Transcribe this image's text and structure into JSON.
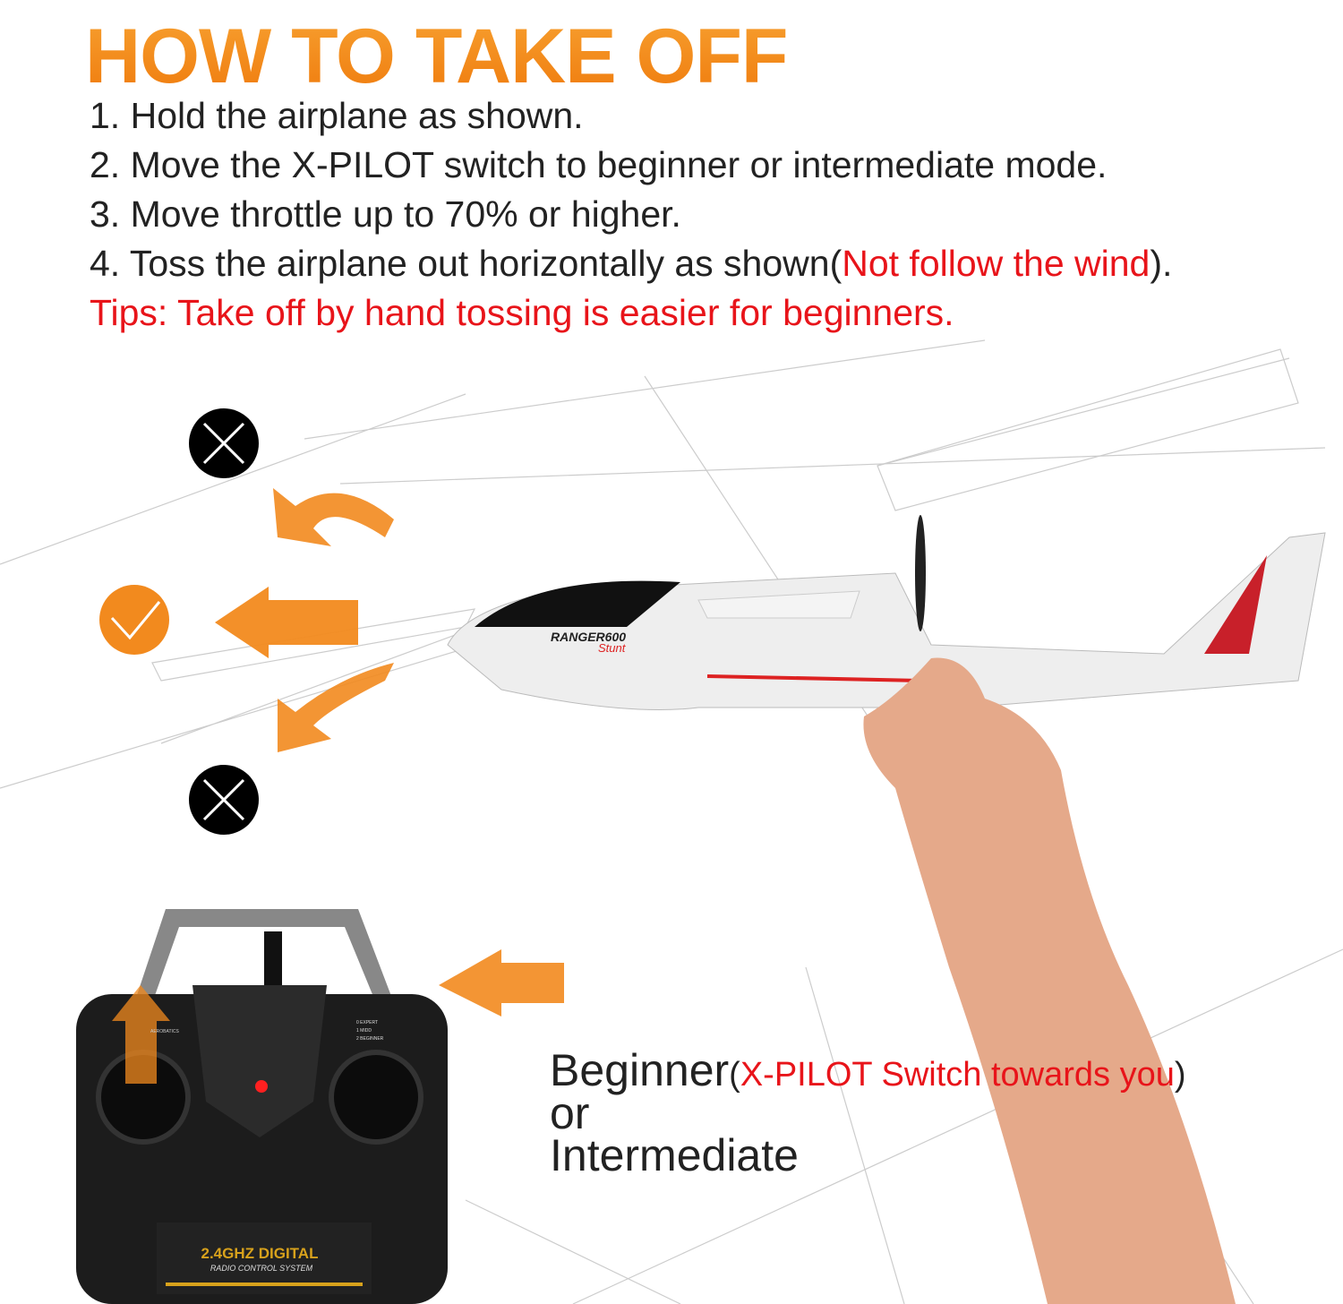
{
  "title": "HOW TO TAKE OFF",
  "steps": [
    "1. Hold the airplane as shown.",
    "2. Move the X-PILOT switch to beginner or intermediate mode.",
    "3. Move throttle up to 70% or higher."
  ],
  "step4": {
    "prefix": "4. Toss the airplane out horizontally as shown(",
    "highlight": "Not follow the wind",
    "suffix": ")."
  },
  "tips": "Tips: Take off by hand tossing is easier for beginners.",
  "mode_label": {
    "beginner": "Beginner",
    "note_open": "(",
    "note": "X-PILOT Switch towards you",
    "note_close": ")",
    "or": "or",
    "intermediate": "Intermediate"
  },
  "plane": {
    "brand": "RANGER600",
    "model": "Stunt"
  },
  "transmitter": {
    "brand_line1": "2.4GHZ DIGITAL",
    "brand_line2": "RADIO CONTROL SYSTEM",
    "switch_left": "AEROBATICS",
    "modes": [
      "0 EXPERT",
      "1 MIDD",
      "2 BEGINNER"
    ]
  },
  "icons": [
    "wrong-direction-icon",
    "correct-direction-icon",
    "wrong-direction-icon"
  ],
  "colors": {
    "orange": "#f28a1e",
    "red": "#e8141a",
    "text": "#222222"
  }
}
